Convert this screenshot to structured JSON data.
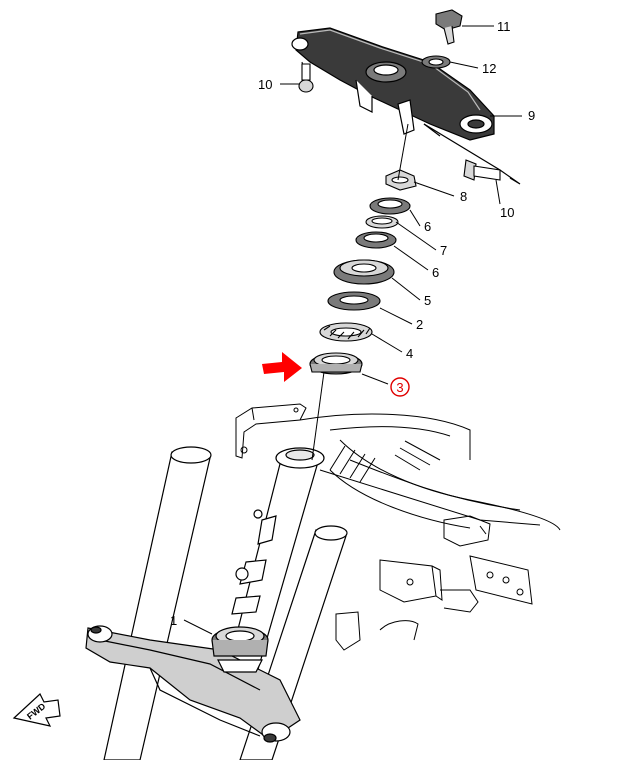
{
  "callouts": [
    {
      "id": "c11",
      "label": "11"
    },
    {
      "id": "c12",
      "label": "12"
    },
    {
      "id": "c10a",
      "label": "10"
    },
    {
      "id": "c9",
      "label": "9"
    },
    {
      "id": "c8",
      "label": "8"
    },
    {
      "id": "c10b",
      "label": "10"
    },
    {
      "id": "c6a",
      "label": "6"
    },
    {
      "id": "c7",
      "label": "7"
    },
    {
      "id": "c6b",
      "label": "6"
    },
    {
      "id": "c5",
      "label": "5"
    },
    {
      "id": "c2",
      "label": "2"
    },
    {
      "id": "c4",
      "label": "4"
    },
    {
      "id": "c3",
      "label": "3"
    },
    {
      "id": "c1",
      "label": "1"
    }
  ],
  "highlight": {
    "label": "3",
    "color": "#e00000"
  },
  "pointer_arrow": {
    "color": "#ff0000"
  },
  "fwd_badge": {
    "label": "FWD"
  },
  "colors": {
    "line": "#000000",
    "dark_part": "#3a3a3a",
    "mid_part": "#7a7a7a",
    "light_part": "#d8d8d8"
  }
}
